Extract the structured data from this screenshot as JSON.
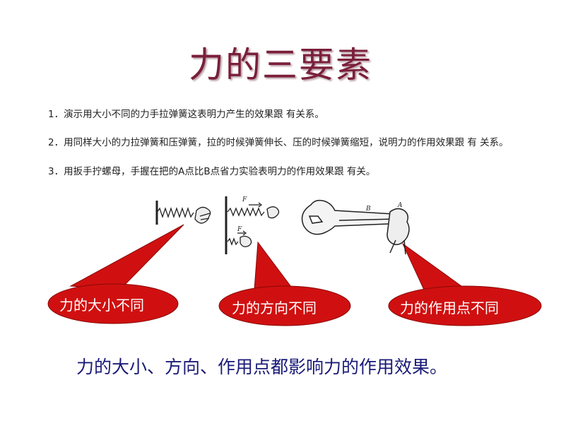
{
  "title": "力的三要素",
  "questions": [
    "1．演示用大小不同的力手拉弹簧这表明力产生的效果跟 有关系。",
    "2．用同样大小的力拉弹簧和压弹簧，拉的时候弹簧伸长、压的时候弹簧缩短，说明力的作用效果跟 有 关系。",
    "3．用扳手拧螺母，手握在把的A点比B点省力实验表明力的作用效果跟 有关。"
  ],
  "figure_labels": {
    "f_top": "F",
    "f_bottom": "F",
    "point_b": "B",
    "point_a": "A"
  },
  "bubbles": [
    "力的大小不同",
    "力的方向不同",
    "力的作用点不同"
  ],
  "conclusion": "力的大小、方向、作用点都影响力的作用效果。",
  "colors": {
    "title": "#7a1f3a",
    "bubble_fill": "#d01010",
    "conclusion": "#1a1a78"
  }
}
